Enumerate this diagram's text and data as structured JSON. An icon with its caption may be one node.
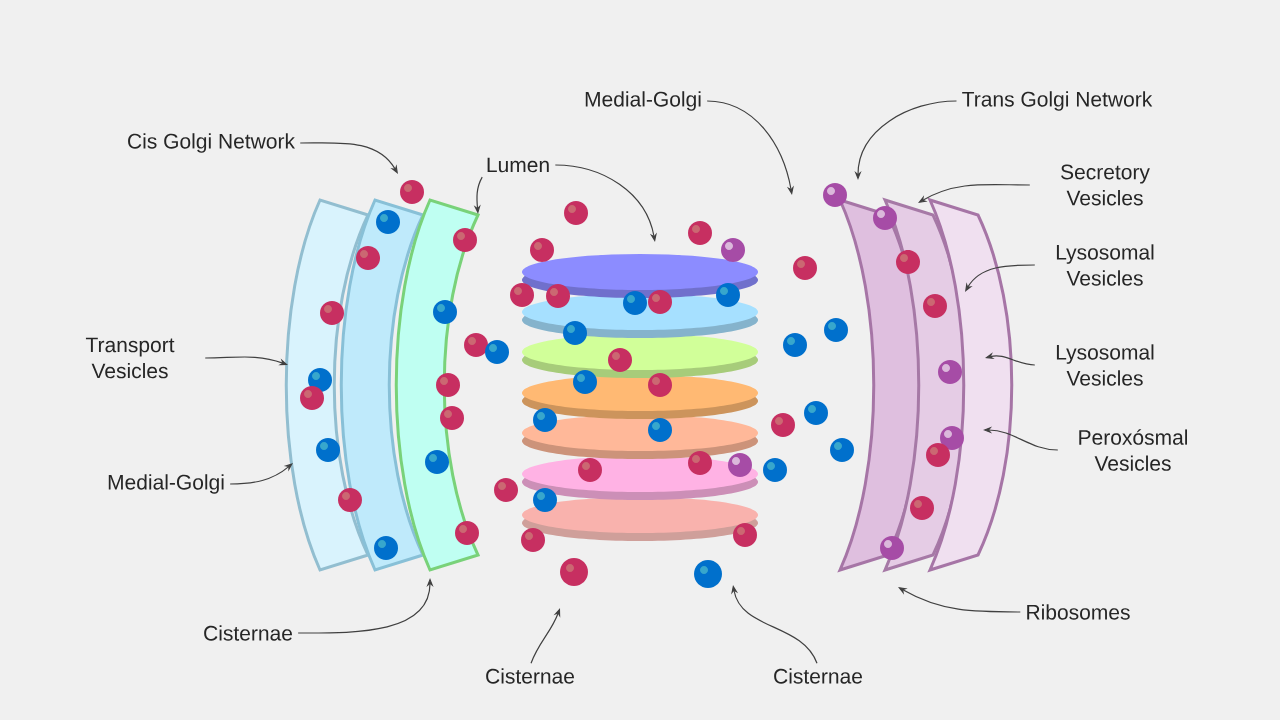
{
  "diagram": {
    "nodes": [
      {
        "text": [
          "Cis Golgi Network"
        ]
      },
      {
        "text": [
          "Lumen"
        ]
      },
      {
        "text": [
          "Medial-Golgi"
        ]
      },
      {
        "text": [
          "Trans Golgi Network"
        ]
      },
      {
        "text": [
          "Secretory Vesicles"
        ]
      },
      {
        "text": [
          "Lysosomal Vesicles"
        ]
      },
      {
        "text": [
          "Lysosomal Vesicles"
        ]
      },
      {
        "text": [
          "Peroxósmal Vesicles"
        ]
      },
      {
        "text": [
          "Ribosomes"
        ]
      },
      {
        "text": [
          "Cisternae"
        ]
      },
      {
        "text": [
          "Cisternae"
        ]
      },
      {
        "text": [
          "Cisternae"
        ]
      },
      {
        "text": [
          "Medial-Golgi"
        ]
      },
      {
        "text": [
          "Transport Vesicles"
        ]
      }
    ],
    "edges": [
      {
        "from": 0,
        "to": null,
        "arrow": "to"
      },
      {
        "from": 1,
        "to": null,
        "arrow": "to"
      },
      {
        "from": 1,
        "to": null,
        "arrow": "to"
      },
      {
        "from": 2,
        "to": null,
        "arrow": "to"
      },
      {
        "from": 3,
        "to": null,
        "arrow": "to"
      },
      {
        "from": 4,
        "to": null,
        "arrow": "to"
      },
      {
        "from": 5,
        "to": null,
        "arrow": "to"
      },
      {
        "from": 6,
        "to": null,
        "arrow": "to"
      },
      {
        "from": 7,
        "to": null,
        "arrow": "to"
      },
      {
        "from": 8,
        "to": null,
        "arrow": "to"
      },
      {
        "from": 9,
        "to": null,
        "arrow": "to"
      },
      {
        "from": 10,
        "to": null,
        "arrow": "to"
      },
      {
        "from": 11,
        "to": null,
        "arrow": "to"
      },
      {
        "from": 12,
        "to": null,
        "arrow": "to"
      },
      {
        "from": 13,
        "to": null,
        "arrow": "to"
      }
    ]
  }
}
